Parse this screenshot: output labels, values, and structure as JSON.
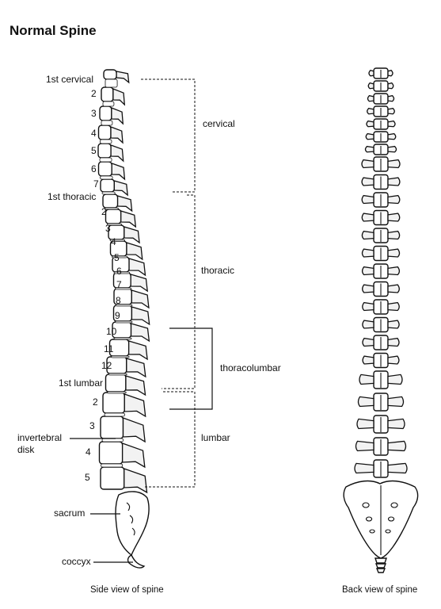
{
  "title": "Normal Spine",
  "side_view": {
    "caption": "Side view of spine",
    "cervical_labels": [
      "1st cervical",
      "2",
      "3",
      "4",
      "5",
      "6",
      "7"
    ],
    "thoracic_labels": [
      "1st thoracic",
      "2",
      "3",
      "4",
      "5",
      "6",
      "7",
      "8",
      "9",
      "10",
      "11",
      "12"
    ],
    "lumbar_labels": [
      "1st lumbar",
      "2",
      "3",
      "4",
      "5"
    ],
    "pointer_labels": {
      "disk": [
        "invertebral",
        "disk"
      ],
      "sacrum": "sacrum",
      "coccyx": "coccyx"
    },
    "region_labels": {
      "cervical": "cervical",
      "thoracic": "thoracic",
      "thoracolumbar": "thoracolumbar",
      "lumbar": "lumbar"
    }
  },
  "back_view": {
    "caption": "Back view of spine"
  }
}
